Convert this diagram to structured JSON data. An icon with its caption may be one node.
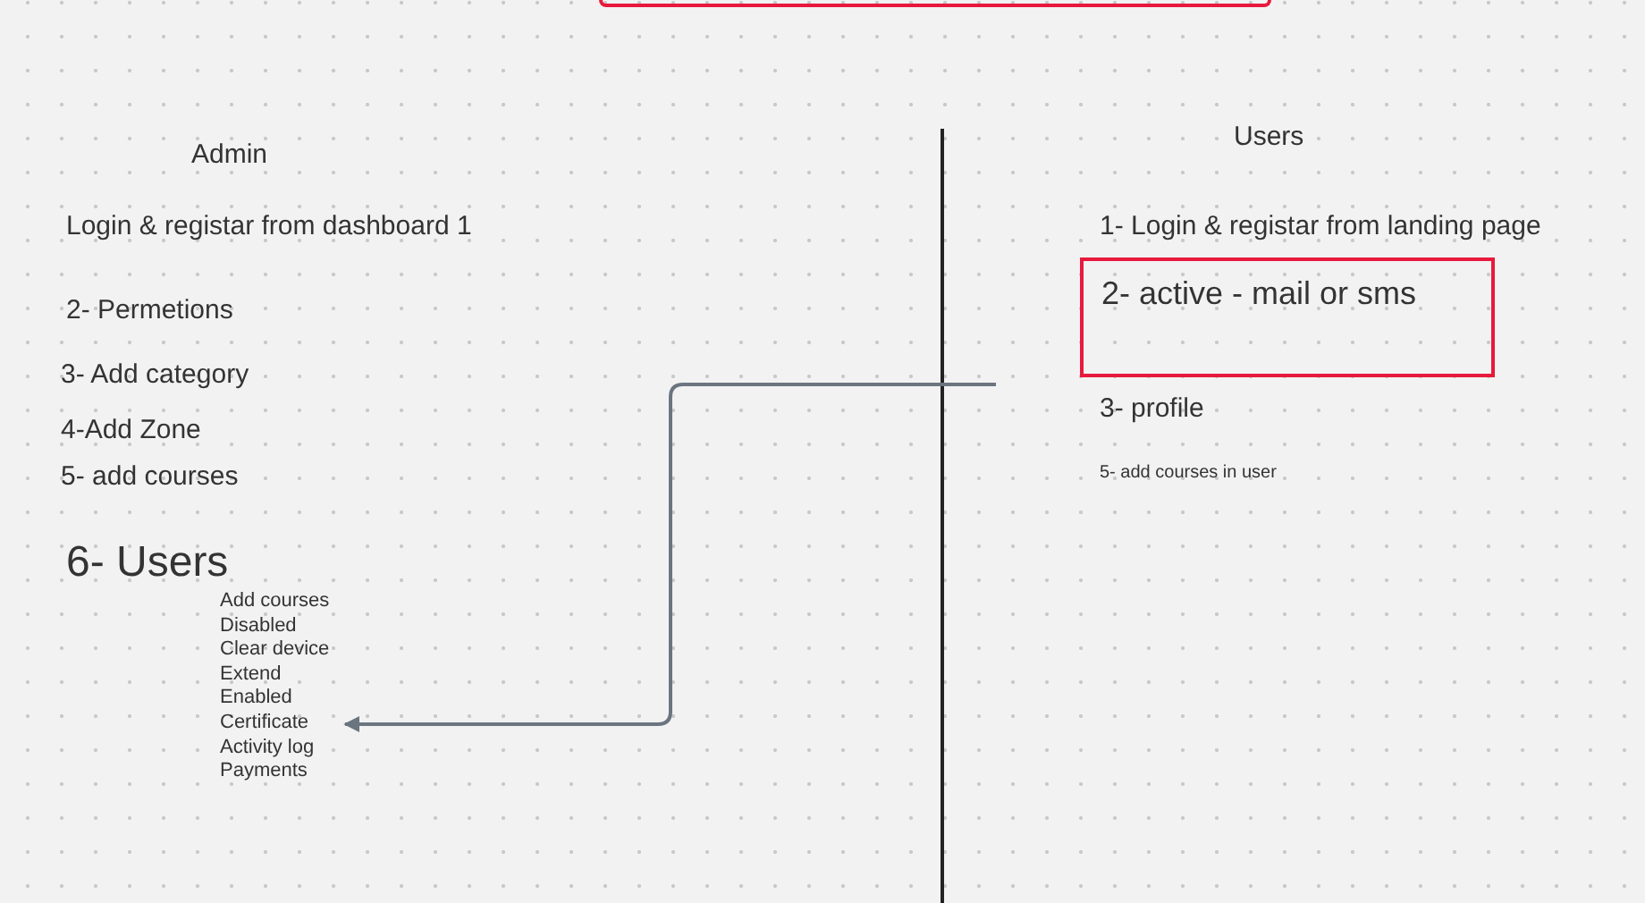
{
  "diagram": {
    "nodes": [
      {
        "text": [],
        "shape": "box"
      },
      {
        "text": [
          "2- active - mail or sms"
        ]
      },
      {
        "text": [
          "Add courses",
          "Disabled",
          "Clear device",
          "Extend",
          "Enabled",
          "Certificate",
          "Activity log",
          "Payments"
        ]
      }
    ],
    "edges": [
      {
        "from": null,
        "to": 2,
        "arrow": "to"
      }
    ],
    "labels": [
      "Admin",
      "Login & registar from dashboard 1",
      "2- Permetions",
      "3- Add category",
      "4-Add Zone",
      "5- add courses",
      "6- Users",
      "Users",
      "1- Login & registar from landing page",
      "3- profile",
      "5- add courses in user"
    ]
  }
}
